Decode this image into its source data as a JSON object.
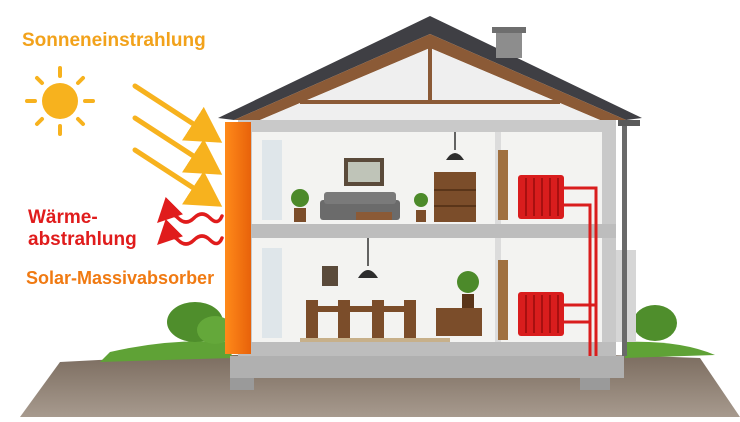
{
  "labels": {
    "sun_radiation": "Sonneneinstrahlung",
    "heat_radiation_line1": "Wärme-",
    "heat_radiation_line2": "abstrahlung",
    "solar_absorber": "Solar-Massivabsorber"
  },
  "icons": {
    "sun": "sun-icon",
    "sun_rays": "sun-ray-arrow-icon",
    "heat_waves": "heat-wave-arrow-icon",
    "radiator": "radiator-icon",
    "lamp": "pendant-lamp-icon",
    "plant": "potted-plant-icon"
  },
  "colors": {
    "sun": "#f7b21e",
    "sun_text": "#f2a21b",
    "heat": "#e01c1c",
    "absorber": "#f07a12",
    "pipe": "#d91d1d",
    "roof": "#3f3f44",
    "wall": "#c9c9c9",
    "ground": "#6b5e53",
    "grass": "#5fa236"
  }
}
